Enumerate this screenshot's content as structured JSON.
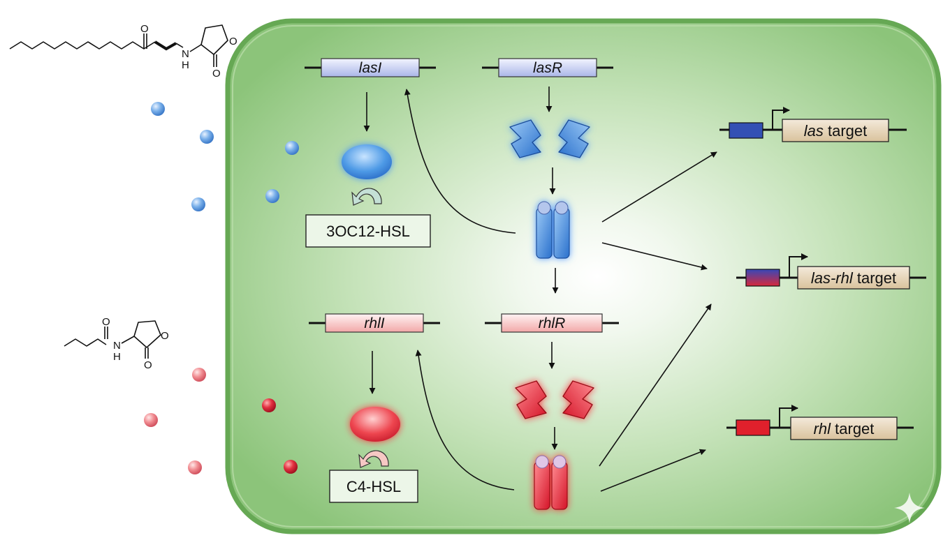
{
  "genes": {
    "lasI": "lasI",
    "lasR": "lasR",
    "rhlI": "rhlI",
    "rhlR": "rhlR"
  },
  "signals": {
    "las_signal": "3OC12-HSL",
    "rhl_signal": "C4-HSL"
  },
  "targets": {
    "las": {
      "italic": "las",
      "rest": " target"
    },
    "las_rhl": {
      "italic": "las-rhl",
      "rest": " target"
    },
    "rhl": {
      "italic": "rhl",
      "rest": " target"
    }
  },
  "molecules": {
    "atom_O": "O",
    "atom_N": "N",
    "atom_H": "H"
  },
  "colors": {
    "cell_fill": "#a9d49a",
    "cell_border": "#5fa04d",
    "las_blue": "#3d7fd6",
    "rhl_red": "#e0283a",
    "target_box": "#e3d2b4",
    "gene_blue": "#c9d2f2",
    "gene_red": "#f4c4c4"
  },
  "icons": {
    "las_synthase": "blue-ellipse-enzyme-icon",
    "rhl_synthase": "red-ellipse-enzyme-icon",
    "las_receptor": "blue-receptor-dimer-icon",
    "rhl_receptor": "red-receptor-dimer-icon",
    "signal_molecule": "sphere-icon",
    "promoter": "bent-arrow-promoter-icon"
  }
}
